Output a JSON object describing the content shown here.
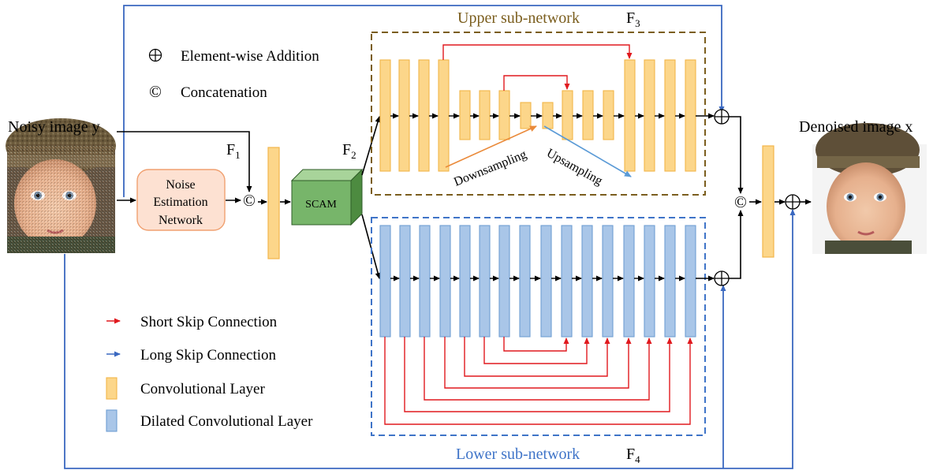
{
  "legend": {
    "addition_symbol": "⊕",
    "addition_label": "Element-wise Addition",
    "concat_symbol": "©",
    "concat_label": "Concatenation",
    "short_skip_label": "Short Skip Connection",
    "long_skip_label": "Long Skip Connection",
    "conv_label": "Convolutional Layer",
    "dilated_label": "Dilated Convolutional Layer"
  },
  "labels": {
    "input": "Noisy image y",
    "output": "Denoised image x",
    "noise_net_line1": "Noise",
    "noise_net_line2": "Estimation",
    "noise_net_line3": "Network",
    "scam": "SCAM",
    "upper": "Upper sub-network",
    "lower": "Lower sub-network",
    "downsampling": "Downsampling",
    "upsampling": "Upsampling",
    "f1_main": "F",
    "f1_sub": "1",
    "f2_main": "F",
    "f2_sub": "2",
    "f3_main": "F",
    "f3_sub": "3",
    "f4_main": "F",
    "f4_sub": "4",
    "concat_symbol": "©",
    "add_symbol": "⊕"
  },
  "colors": {
    "conv_fill": "#fcd68a",
    "conv_stroke": "#f2b64a",
    "dilated_fill": "#a9c6e8",
    "dilated_stroke": "#6f9fd3",
    "short_skip": "#e0191e",
    "long_skip": "#3a68c0",
    "upper_box": "#7b5e1e",
    "upper_text": "#7b5e1e",
    "lower_box": "#3f74c8",
    "lower_text": "#3f74c8",
    "noise_fill": "#fde1d2",
    "noise_stroke": "#f0a070",
    "scam_front": "#77b56a",
    "scam_top": "#a8d49a",
    "scam_side": "#4d8b40",
    "downsample_arrow": "#ea8a3a",
    "upsample_arrow": "#5a9ad6"
  },
  "icons": {
    "input_image": "child-face-photo-noisy",
    "output_image": "child-face-photo-clean"
  }
}
